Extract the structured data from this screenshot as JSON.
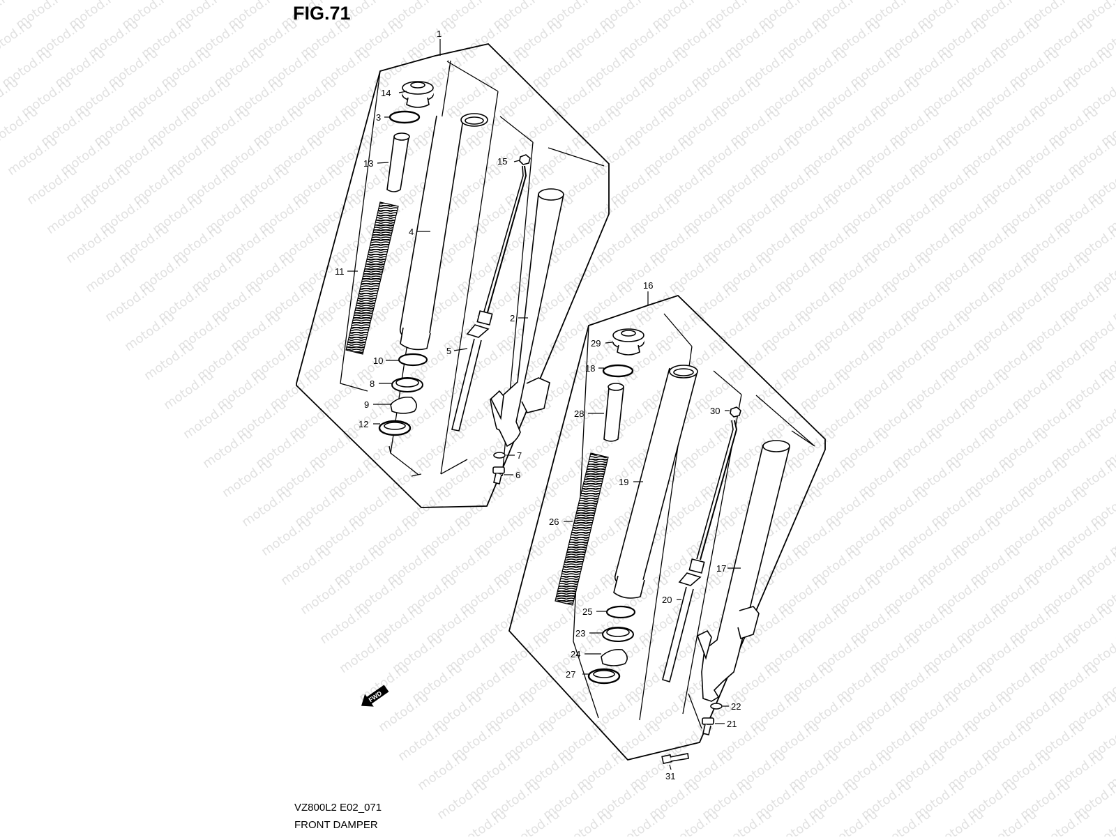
{
  "figure": {
    "title": "FIG.71",
    "code": "VZ800L2 E02_071",
    "name": "FRONT DAMPER"
  },
  "watermark": "motod.ru",
  "direction_marker": "FWD",
  "callouts": {
    "p1": "1",
    "p2": "2",
    "p3": "3",
    "p4": "4",
    "p5": "5",
    "p6": "6",
    "p7": "7",
    "p8": "8",
    "p9": "9",
    "p10": "10",
    "p11": "11",
    "p12": "12",
    "p13": "13",
    "p14": "14",
    "p15": "15",
    "p16": "16",
    "p17": "17",
    "p18": "18",
    "p19": "19",
    "p20": "20",
    "p21": "21",
    "p22": "22",
    "p23": "23",
    "p24": "24",
    "p25": "25",
    "p26": "26",
    "p27": "27",
    "p28": "28",
    "p29": "29",
    "p30": "30",
    "p31": "31"
  },
  "colors": {
    "line": "#000000",
    "watermark": "#bdbdbd",
    "background": "#ffffff"
  }
}
